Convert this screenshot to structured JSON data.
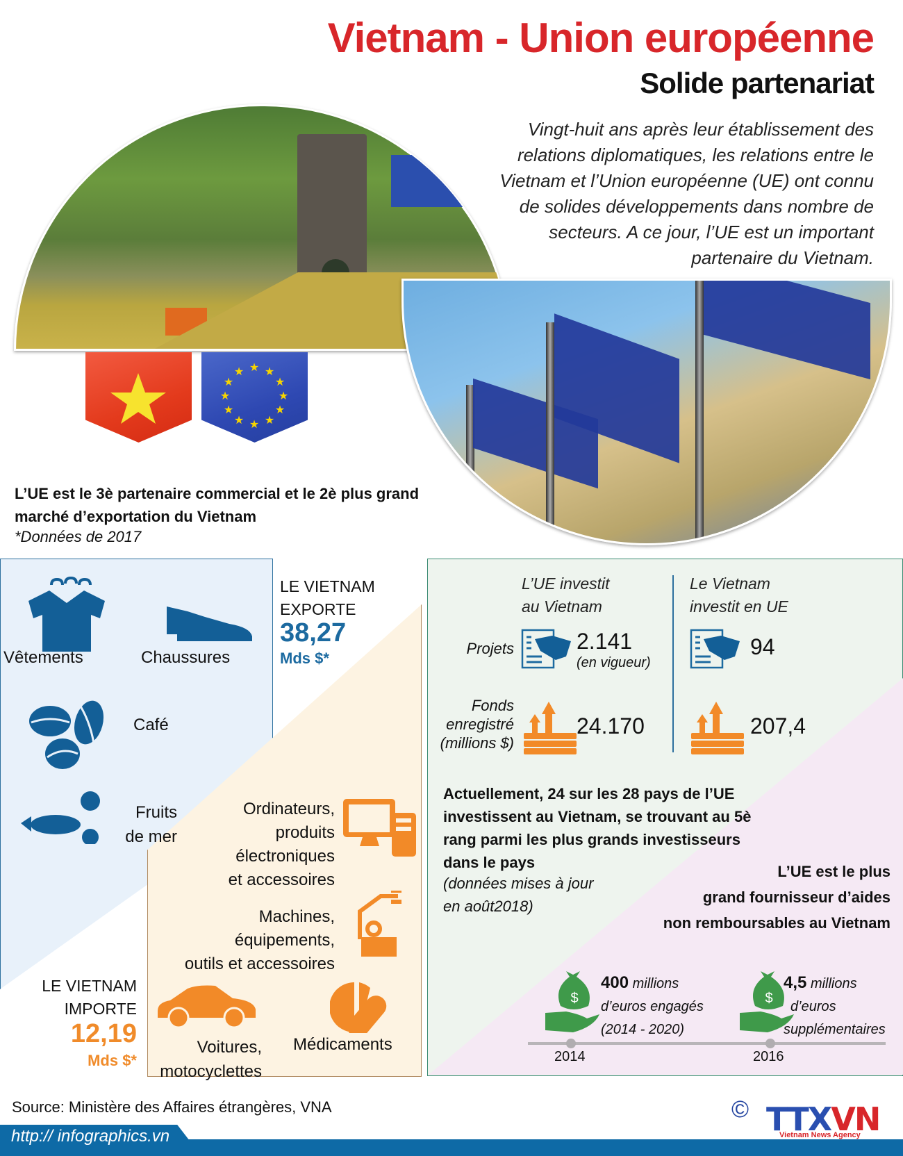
{
  "header": {
    "title": "Vietnam - Union européenne",
    "subtitle": "Solide partenariat",
    "intro": "Vingt-huit ans après leur établissement des relations diplomatiques, les relations entre le Vietnam et l’Union européenne (UE) ont connu de solides développements dans nombre de secteurs. A ce jour, l’UE est un important partenaire du Vietnam."
  },
  "flags": [
    "vietnam-flag",
    "eu-flag"
  ],
  "trade": {
    "heading": "L’UE est le 3è partenaire commercial et le 2è plus grand marché d’exportation du Vietnam",
    "note": "*Données de 2017",
    "exports": {
      "label_line1": "LE VIETNAM",
      "label_line2": "EXPORTE",
      "value": "38,27",
      "unit": "Mds $*",
      "items": [
        {
          "label": "Vêtements",
          "icon": "shirt-icon"
        },
        {
          "label": "Chaussures",
          "icon": "shoe-icon"
        },
        {
          "label": "Café",
          "icon": "coffee-bean-icon"
        },
        {
          "label_line1": "Fruits",
          "label_line2": "de mer",
          "icon": "lobster-icon"
        }
      ]
    },
    "imports": {
      "label_line1": "LE VIETNAM",
      "label_line2": "IMPORTE",
      "value": "12,19",
      "unit": "Mds $*",
      "items": [
        {
          "lines": [
            "Ordinateurs,",
            "produits",
            "électroniques",
            "et accessoires"
          ],
          "icon": "computer-icon"
        },
        {
          "lines": [
            "Machines,",
            "équipements,",
            "outils et accessoires"
          ],
          "icon": "robot-arm-icon"
        },
        {
          "lines": [
            "Voitures,",
            "motocyclettes"
          ],
          "icon": "car-icon"
        },
        {
          "lines": [
            "Médicaments"
          ],
          "icon": "pill-icon"
        }
      ]
    }
  },
  "investment": {
    "col1_title_line1": "L’UE investit",
    "col1_title_line2": "au Vietnam",
    "col2_title_line1": "Le Vietnam",
    "col2_title_line2": "investit en UE",
    "projects_label": "Projets",
    "funds_label_line1": "Fonds",
    "funds_label_line2": "enregistré",
    "funds_label_line3": "(millions $)",
    "eu_projects": "2.141",
    "eu_projects_note": "(en vigueur)",
    "vn_projects": "94",
    "eu_funds": "24.170",
    "vn_funds": "207,4",
    "info_bold": "Actuellement, 24 sur les 28 pays de l’UE investissent au Vietnam, se trouvant au 5è rang parmi les plus grands investisseurs dans le pays",
    "info_note_line1": "(données mises à jour",
    "info_note_line2": "en août2018)"
  },
  "aid": {
    "title_line1": "L’UE est le plus",
    "title_line2": "grand fournisseur d’aides",
    "title_line3": "non remboursables au Vietnam",
    "events": [
      {
        "year": "2014",
        "amount": "400",
        "unit": "millions",
        "line2": "d’euros engagés",
        "line3": "(2014 - 2020)"
      },
      {
        "year": "2016",
        "amount": "4,5",
        "unit": "millions",
        "line2": "d’euros",
        "line3": "supplémentaires"
      }
    ]
  },
  "footer": {
    "source": "Source: Ministère des Affaires étrangères, VNA",
    "url": "http:// infographics.vn",
    "copyright": "©",
    "logo_main": "TTX",
    "logo_accent": "VN",
    "logo_sub": "Vietnam News Agency"
  },
  "colors": {
    "title_red": "#d8262a",
    "export_blue": "#1c6aa0",
    "import_orange": "#f08b2a",
    "footer_blue": "#0e6aa6",
    "aid_green": "#3f9a4a"
  }
}
